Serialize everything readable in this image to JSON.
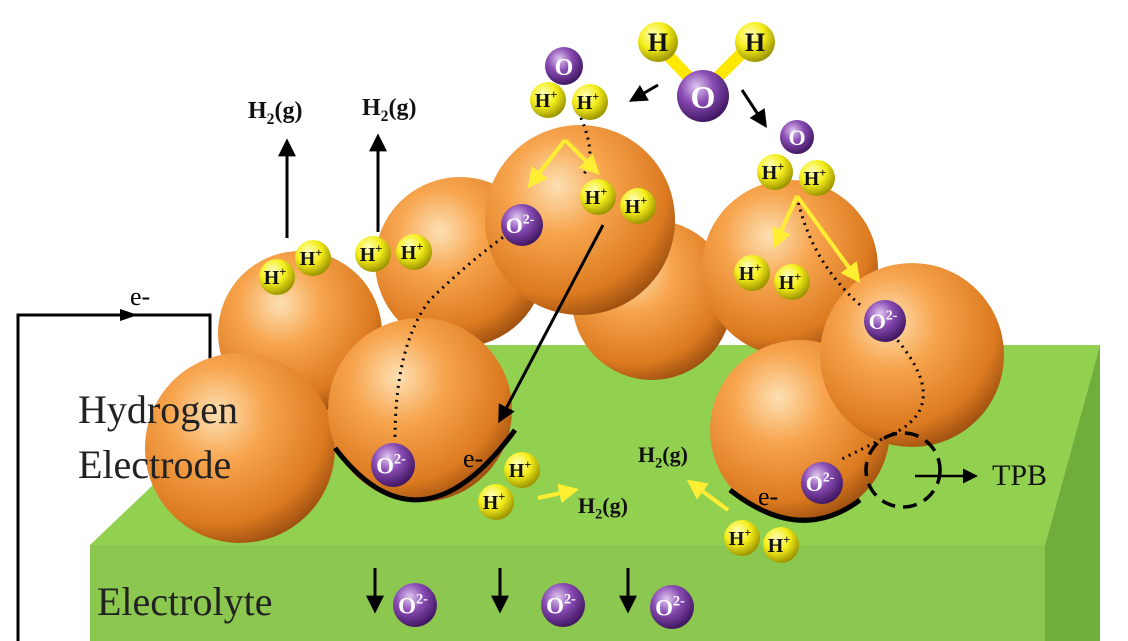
{
  "labels": {
    "h2_gas": "H",
    "h2_sub": "2",
    "h2_suffix": "(g)",
    "electron": "e-",
    "electron_main": "e-",
    "hydrogen_electrode_line1": "Hydrogen",
    "hydrogen_electrode_line2": "Electrode",
    "electrolyte": "Electrolyte",
    "tpb": "TPB"
  },
  "ions": {
    "proton": "H",
    "proton_charge": "+",
    "oxide": "O",
    "oxide_charge": "2-",
    "hydrogen_atom": "H",
    "oxygen_atom": "O"
  },
  "colors": {
    "substrate_top": "#92d050",
    "substrate_side": "#6fae3a",
    "particle": "#f0953a",
    "proton_ion": "#f2ea14",
    "oxide_ion": "#7b3fa0",
    "arrow_yellow": "#ffee33",
    "arrow_black": "#000000"
  }
}
